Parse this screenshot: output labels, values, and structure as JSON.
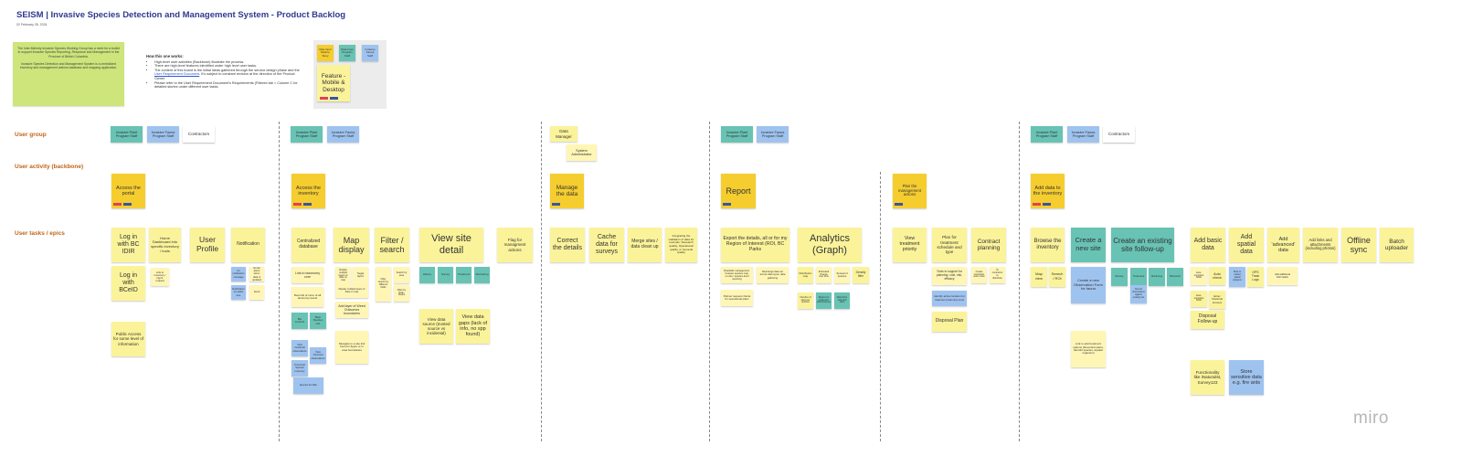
{
  "header": {
    "title": "SEISM | Invasive Species Detection and Management System - Product Backlog",
    "date": "02 February 26, 2024"
  },
  "intro": {
    "p1": "The Inter-Ministry Invasive Species Working Group has a need for a toolkit to support Invasive Species Reporting, Response and Management in the Province of British Columbia.",
    "p2": "Invasive Species Detection and Management System is a centralized inventory and management actions database and mapping application."
  },
  "howto": {
    "heading": "How this one works:",
    "b1": "High-level user activities (Backbone) illustrate the process.",
    "b2": "There are high-level features identified under high level user tasks.",
    "b3a": "The content of this board is the initial ideas gathered through the service design phase and the ",
    "b3link": "User Requirement Document",
    "b3b": ". It's subject to constant revision at the direction of the Product Owner.",
    "b4": "Please refer to the User Requirement Document's Requirements (Filtered tab > Column C for detailed stories under different user tasks."
  },
  "legend": {
    "high": "Map input Data to Story",
    "teal": "Data Input Program Staff",
    "blue": "Invasive Fauna Staff",
    "feature": "Feature - Mobile & Desktop"
  },
  "rows": {
    "user_group": "User group",
    "user_activity": "User activity (backbone)",
    "user_tasks": "User tasks / epics"
  },
  "groups": {
    "plant": "Invasive Plant Program Staff",
    "fauna": "Invasive Fauna Program Staff",
    "contractors": "Contractors",
    "data_manager": "Data Manager",
    "sys_admin": "System Administrator"
  },
  "activities": {
    "portal": "Access the portal",
    "inventory": "Access the inventory",
    "manage": "Manage the data",
    "report": "Report",
    "plan": "Plan the management actions",
    "add": "Add data to the inventory"
  },
  "s1": {
    "bcidr": "Log in with BC IDIR",
    "bceid": "Log in with BCeID",
    "public": "Public Access for some level of information",
    "dashboard": "Home Dashboard into specific inventory / tools",
    "profile": "User Profile",
    "notification": "Notification",
    "n_link": "Link to inventory / mgmt. request",
    "n_a": "An notification message",
    "n_b": "Email alerts when data is updated",
    "n_c": "Notification on tasks due",
    "n_d": "Send"
  },
  "s2": {
    "central": "Centralized database",
    "map": "Map display",
    "filter": "Filter / search",
    "view": "View site detail",
    "flag": "Flag for managment actions",
    "link_tax": "Link to taxonomy core",
    "records": "Records of more of all taxonomy levels",
    "m1": "Display multiple layers of data on map",
    "m2": "Toggle layers",
    "m3": "Add layer of Weed Outcomes boundaries",
    "m4": "Navigate to a site link found in figure or in area boundaries",
    "f1": "Filter search by different fields",
    "f2": "Search by area",
    "f3": "Filter by Date, Status",
    "history": "History",
    "survey": "Survey",
    "treatment": "Treatment",
    "monitoring": "Monitoring",
    "src": "View data source (trusted source vs incidental)",
    "gaps": "View data gaps (lack of info, no spp found)",
    "bio": "Bio controls",
    "best": "Best Species List",
    "incid": "View incidental observations",
    "hist": "View historical observations",
    "prov": "Provincial Species Inventory",
    "spp": "Species list filter"
  },
  "s3": {
    "correct": "Correct the details",
    "cache": "Cache data for surveys",
    "merge": "Merge sites / data clean up",
    "integrate": "Integrating the validation of data for example: Research quality, Operational quality, or General quality"
  },
  "s4": {
    "export": "Export the details, all or for my Region of Interest (ROI, BC Parks",
    "analytics": "Analytics (Graph)",
    "e1": "Roadside management, Invasive species map, on-site / species-level reporting",
    "e2": "Rearrange data set across data types, data gathering",
    "e3": "Partner request criteria for operational plans",
    "distribution": "Distribution map",
    "a1": "Estimated change over time",
    "spread": "Spread of species",
    "density": "Density filter",
    "a2": "Number of sites per species",
    "a3": "Report on treatment effectiveness",
    "a4": "Data from selected sites"
  },
  "s5": {
    "priority": "View treatment priority",
    "plan": "Plan for treatment schedule and type",
    "contract": "Contract planning",
    "tools": "Tools to support for planning: cost, risk, efficacy",
    "order": "Create contractor work order",
    "distribute": "To contractor to distribute",
    "ai": "Identify active location for treatment planning tools",
    "disposal": "Disposal Plan"
  },
  "s6": {
    "browse": "Browse the inventory",
    "mapview": "Map view",
    "search": "Search / ROI",
    "newsite": "Create a new site",
    "newobs": "Create a new Observation Form for fauna",
    "existing": "Create an existing site follow-up",
    "survey": "Survey",
    "treatment": "Treatment",
    "monitoring": "Monitoring",
    "biocontrol": "Biocontrol",
    "biocheck": "Record observations against existing site",
    "link_edit": "Link to add treatment options (biocontrol plans, harmful species, aquatic organism)",
    "basic": "Add basic data",
    "spatial": "Add spatial data",
    "advanced": "Add 'advanced' data",
    "links": "Add links and attachments (including photos)",
    "offline": "Offline sync",
    "batch": "Batch uploader",
    "autocheck": "Auto check",
    "auto_note": "Auto-complete fields",
    "gps": "GPS Track Logs",
    "spatial_note": "Draw or upload spatial polygons",
    "enter": "Enter historical surveys",
    "disposal": "Disposal Follow-up",
    "adv_note": "Add additional information",
    "func": "Functionality like iNaturalist, Survey123",
    "sensitive": "Store sensitive data e.g. fire ants"
  },
  "brand": {
    "miro": "miro"
  },
  "colors": {
    "yellow": "#fbf39a",
    "orange": "#f5cd2f",
    "teal": "#68c3b4",
    "blue": "#9fc3ef",
    "title": "#2f3a8f",
    "row_label": "#c0651a"
  }
}
